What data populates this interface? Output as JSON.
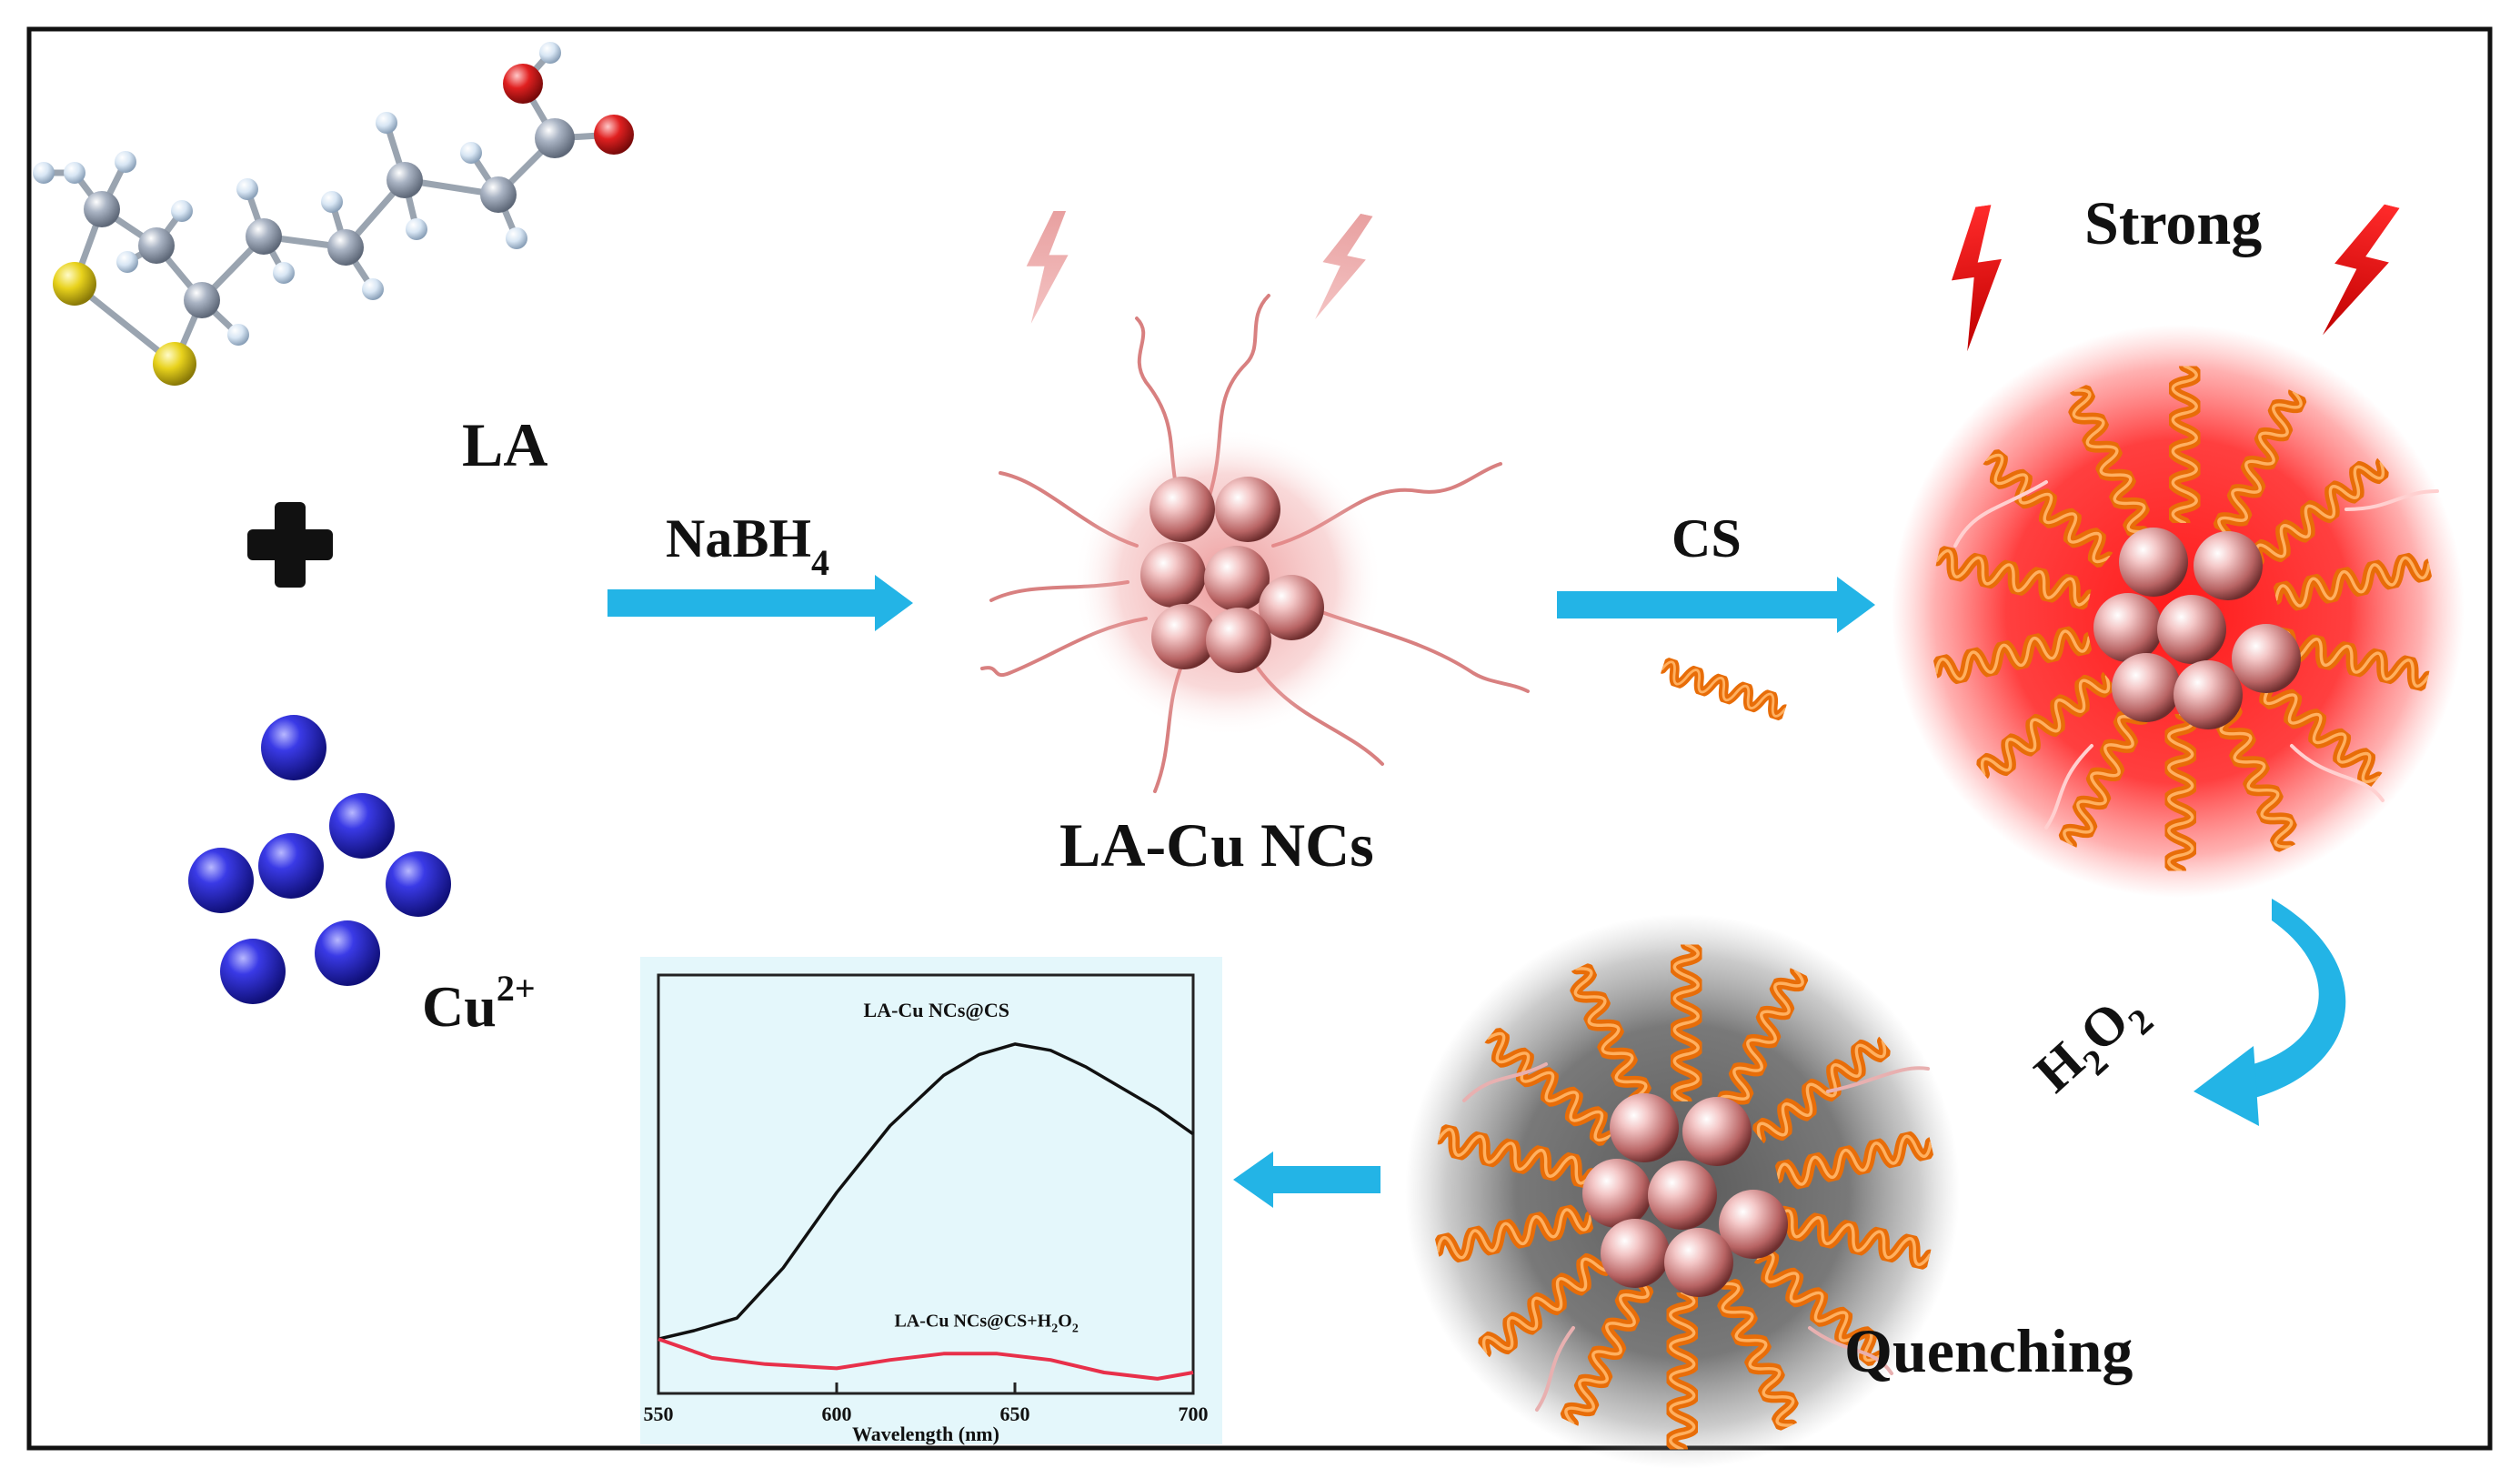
{
  "labels": {
    "la": "LA",
    "cu_ion": "Cu",
    "cu_ion_sup": "2+",
    "reagent1": "NaBH",
    "reagent1_sub": "4",
    "product1": "LA-Cu NCs",
    "reagent2": "CS",
    "strong": "Strong",
    "h2o2_h": "H",
    "h2o2_2a": "2",
    "h2o2_o": "O",
    "h2o2_2b": "2",
    "quenching": "Quenching"
  },
  "colors": {
    "arrow": "#23b4e6",
    "copper_ion": "#2a2ad6",
    "sulfur": "#e8d21c",
    "oxygen": "#e02020",
    "glow": "#ff2020",
    "chitosan": "#f07d18",
    "quench_halo": "#6e6e6e",
    "spectrum_bg": "#e4f7fb"
  },
  "chart_data": {
    "type": "line",
    "title": "",
    "xlabel": "Wavelength (nm)",
    "ylabel": "",
    "xlim": [
      550,
      700
    ],
    "ylim": [
      0,
      1
    ],
    "x_ticks": [
      550,
      600,
      650,
      700
    ],
    "series": [
      {
        "name": "LA-Cu NCs@CS",
        "color": "#111111",
        "points": [
          [
            550,
            0.13
          ],
          [
            560,
            0.15
          ],
          [
            572,
            0.18
          ],
          [
            585,
            0.3
          ],
          [
            600,
            0.48
          ],
          [
            615,
            0.64
          ],
          [
            630,
            0.76
          ],
          [
            640,
            0.81
          ],
          [
            650,
            0.835
          ],
          [
            660,
            0.82
          ],
          [
            670,
            0.78
          ],
          [
            680,
            0.73
          ],
          [
            690,
            0.68
          ],
          [
            700,
            0.62
          ]
        ]
      },
      {
        "name": "LA-Cu NCs@CS+H2O2",
        "color": "#e8304a",
        "points": [
          [
            550,
            0.13
          ],
          [
            565,
            0.085
          ],
          [
            580,
            0.07
          ],
          [
            600,
            0.06
          ],
          [
            615,
            0.08
          ],
          [
            630,
            0.095
          ],
          [
            645,
            0.095
          ],
          [
            660,
            0.08
          ],
          [
            675,
            0.05
          ],
          [
            690,
            0.035
          ],
          [
            700,
            0.05
          ]
        ]
      }
    ]
  }
}
